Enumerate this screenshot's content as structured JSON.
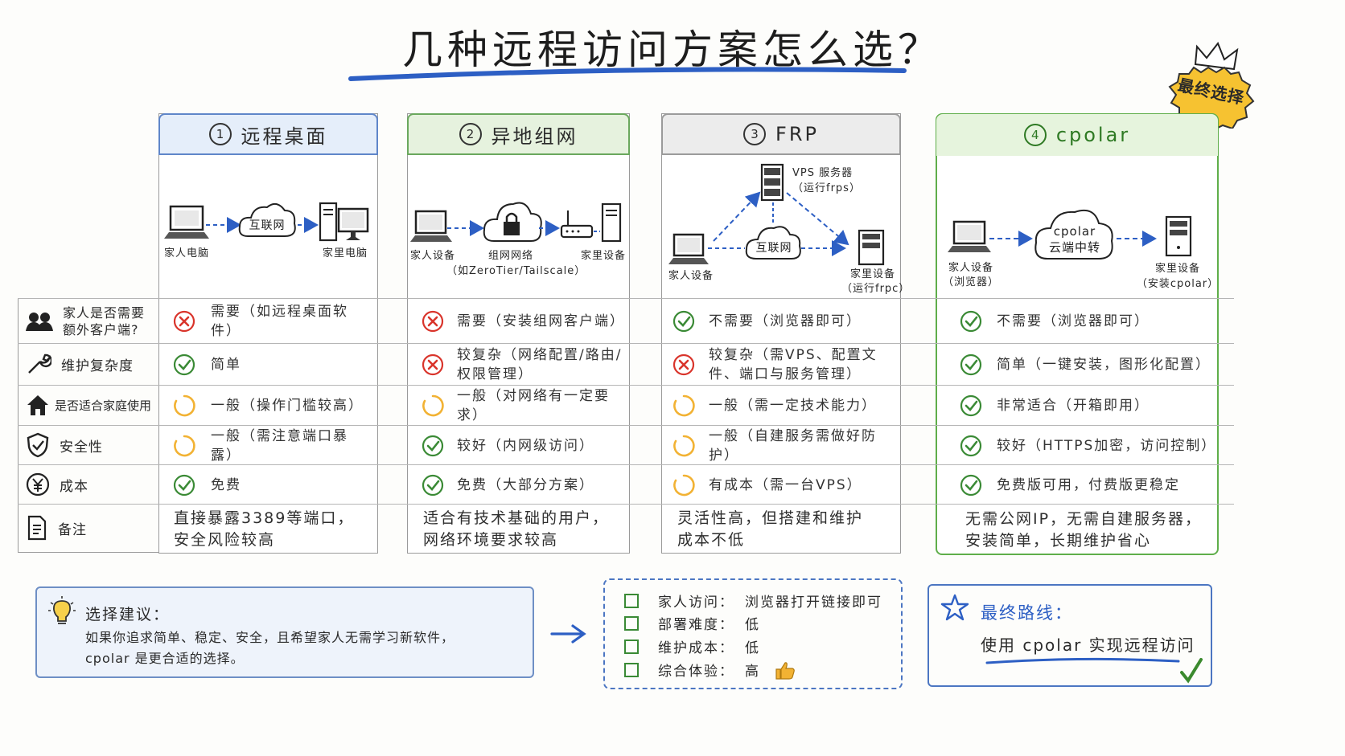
{
  "title": "几种远程访问方案怎么选？",
  "badge": "最终选择",
  "columns": [
    {
      "num": "1",
      "name": "远程桌面",
      "diagram": {
        "left": "家人电脑",
        "cloud": "互联网",
        "right": "家里电脑"
      },
      "cells": [
        "需要（如远程桌面软件）",
        "简单",
        "一般（操作门槛较高）",
        "一般（需注意端口暴露）",
        "免费"
      ],
      "status": [
        "cross",
        "check",
        "neutral",
        "neutral",
        "check"
      ],
      "note": [
        "直接暴露3389等端口，",
        "安全风险较高"
      ]
    },
    {
      "num": "2",
      "name": "异地组网",
      "diagram": {
        "left": "家人设备",
        "middle": "组网网络",
        "sub": "（如ZeroTier/Tailscale）",
        "right": "家里设备"
      },
      "cells": [
        "需要（安装组网客户端）",
        "较复杂（网络配置/路由/权限管理）",
        "一般（对网络有一定要求）",
        "较好（内网级访问）",
        "免费（大部分方案）"
      ],
      "status": [
        "cross",
        "cross",
        "neutral",
        "check",
        "check"
      ],
      "note": [
        "适合有技术基础的用户，",
        "网络环境要求较高"
      ]
    },
    {
      "num": "3",
      "name": "FRP",
      "diagram": {
        "server": "VPS 服务器",
        "server_sub": "（运行frps）",
        "left": "家人设备",
        "cloud": "互联网",
        "right": "家里设备",
        "right_sub": "（运行frpc）"
      },
      "cells": [
        "不需要（浏览器即可）",
        "较复杂（需VPS、配置文件、端口与服务管理）",
        "一般（需一定技术能力）",
        "一般（自建服务需做好防护）",
        "有成本（需一台VPS）"
      ],
      "status": [
        "check",
        "cross",
        "neutral",
        "neutral",
        "neutral"
      ],
      "note": [
        "灵活性高，但搭建和维护",
        "成本不低"
      ]
    },
    {
      "num": "4",
      "name": "cpolar",
      "diagram": {
        "left": "家人设备",
        "left_sub": "（浏览器）",
        "cloud1": "cpolar",
        "cloud2": "云端中转",
        "right": "家里设备",
        "right_sub": "（安装cpolar）"
      },
      "cells": [
        "不需要（浏览器即可）",
        "简单（一键安装，图形化配置）",
        "非常适合（开箱即用）",
        "较好（HTTPS加密，访问控制）",
        "免费版可用，付费版更稳定"
      ],
      "status": [
        "check",
        "check",
        "check",
        "check",
        "check"
      ],
      "note": [
        "无需公网IP，无需自建服务器，",
        "安装简单，长期维护省心"
      ]
    }
  ],
  "rows": [
    "家人是否需要额外客户端?",
    "维护复杂度",
    "是否适合家庭使用",
    "安全性",
    "成本",
    "备注"
  ],
  "suggestion": {
    "title": "选择建议：",
    "text1": "如果你追求简单、稳定、安全，且希望家人无需学习新软件，",
    "text2": "cpolar 是更合适的选择。"
  },
  "checklist": [
    {
      "k": "家人访问：",
      "v": "浏览器打开链接即可"
    },
    {
      "k": "部署难度：",
      "v": "低"
    },
    {
      "k": "维护成本：",
      "v": "低"
    },
    {
      "k": "综合体验：",
      "v": "高"
    }
  ],
  "final": {
    "title": "最终路线：",
    "text": "使用 cpolar 实现远程访问"
  },
  "colors": {
    "blue": "#3a66c4",
    "green": "#5ab349",
    "red": "#d9342b",
    "orange": "#f2b233"
  }
}
